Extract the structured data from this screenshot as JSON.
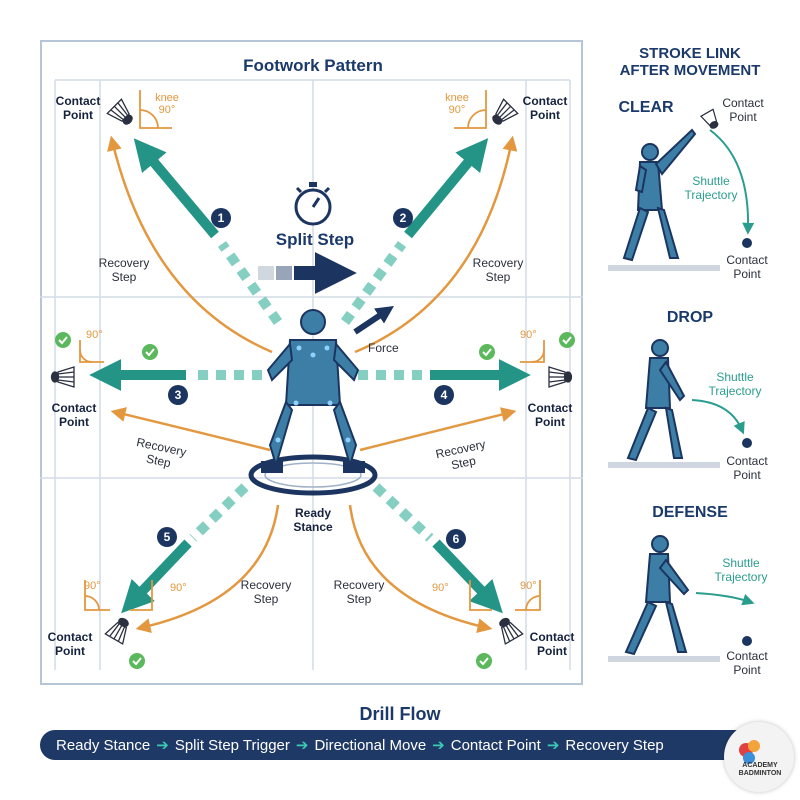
{
  "main": {
    "title": "Footwork Pattern",
    "split_step": "Split Step",
    "force": "Force",
    "ready_stance": "Ready\nStance",
    "contact_point": "Contact\nPoint",
    "knee_label": "knee\n90°",
    "degree_label": "90°",
    "recovery_step": "Recovery\nStep",
    "numbers": [
      "1",
      "2",
      "3",
      "4",
      "5",
      "6"
    ]
  },
  "sidebar": {
    "title": "STROKE LINK\nAFTER MOVEMENT",
    "strokes": [
      {
        "name": "CLEAR",
        "trajectory": "Shuttle\nTrajectory",
        "contact": "Contact\nPoint"
      },
      {
        "name": "DROP",
        "trajectory": "Shuttle\nTrajectory",
        "contact": "Contact\nPoint"
      },
      {
        "name": "DEFENSE",
        "trajectory": "Shuttle\nTrajectory",
        "contact": "Contact\nPoint"
      }
    ]
  },
  "drill_flow": {
    "title": "Drill Flow",
    "steps": [
      "Ready Stance",
      "Split Step Trigger",
      "Directional Move",
      "Contact Point",
      "Recovery Step"
    ]
  },
  "logo": {
    "text": "ACADEMY BADMINTON"
  },
  "colors": {
    "navy": "#1b3560",
    "teal": "#2a9d8f",
    "orange": "#e3983f",
    "green": "#5cb85c"
  }
}
